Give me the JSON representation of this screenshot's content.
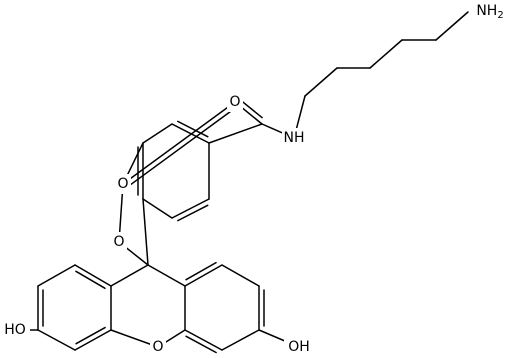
{
  "figure": {
    "type": "chemical-structure",
    "background_color": "#ffffff",
    "line_color": "#000000",
    "atom_labels": {
      "amine_terminal": "NH2",
      "amide_nh": "NH",
      "amide_oxygen": "O",
      "lactone_carbonyl_oxygen": "O",
      "lactone_ring_oxygen": "O",
      "xanthene_oxygen": "O",
      "hydroxyl_left": "HO",
      "hydroxyl_right": "OH"
    }
  }
}
